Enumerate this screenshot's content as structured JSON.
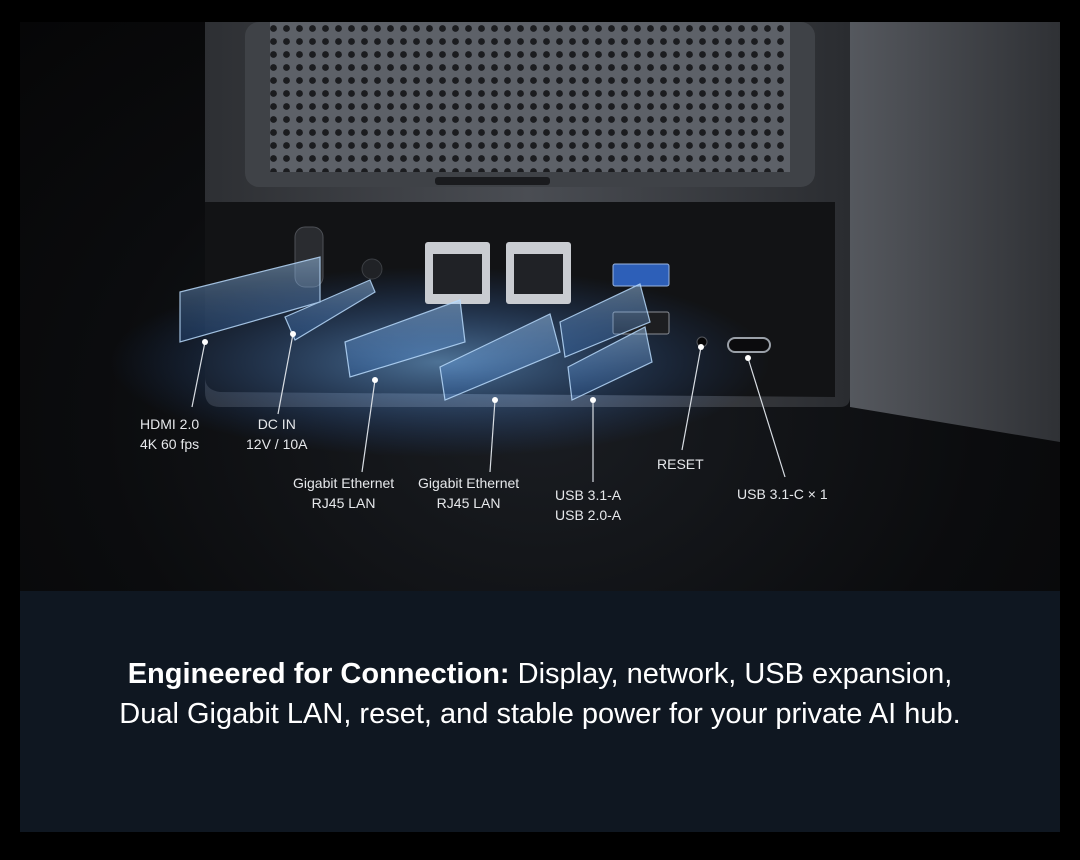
{
  "labels": {
    "hdmi": {
      "line1": "HDMI 2.0",
      "line2": "4K 60 fps"
    },
    "dc_in": {
      "line1": "DC IN",
      "line2": "12V / 10A"
    },
    "ethernet1": {
      "line1": "Gigabit Ethernet",
      "line2": "RJ45 LAN"
    },
    "ethernet2": {
      "line1": "Gigabit Ethernet",
      "line2": "RJ45 LAN"
    },
    "reset": {
      "line1": "RESET"
    },
    "usb_a": {
      "line1": "USB 3.1-A",
      "line2": "USB 2.0-A"
    },
    "usb_c": {
      "line1": "USB 3.1-C × 1"
    }
  },
  "caption": {
    "bold": "Engineered for Connection:",
    "line1_rest": " Display, network, USB expansion,",
    "line2": "Dual Gigabit LAN, reset, and stable power for your private AI hub."
  },
  "colors": {
    "glow": "#5aa8ff",
    "caption_bg": "#0f1721",
    "device_body": "#3a3d42",
    "back_panel": "#121315"
  }
}
